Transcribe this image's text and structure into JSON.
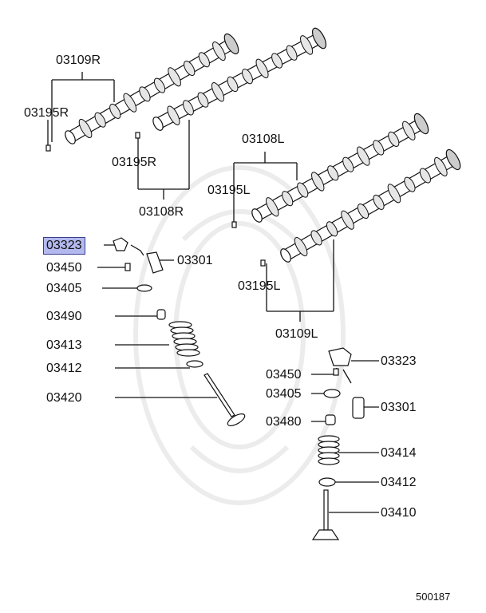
{
  "labels": {
    "cam_r_a": "03109R",
    "pin_r_a": "03195R",
    "pin_r_b": "03195R",
    "cam_r_b": "03108R",
    "cam_l_a": "03108L",
    "pin_l_a": "03195L",
    "pin_l_b": "03195L",
    "cam_l_b": "03109L",
    "rocker_l": "03323",
    "screw_l": "03450",
    "lifter_l": "03301",
    "retainer_l": "03405",
    "seal_l": "03490",
    "spring_l": "03413",
    "seat_l": "03412",
    "valve_l": "03420",
    "rocker_r": "03323",
    "screw_r": "03450",
    "retainer_r": "03405",
    "lifter_r": "03301",
    "seal_r": "03480",
    "spring_r": "03414",
    "seat_r": "03412",
    "valve_r": "03410"
  },
  "reference_number": "500187",
  "highlight_color": "#b3b8ee"
}
